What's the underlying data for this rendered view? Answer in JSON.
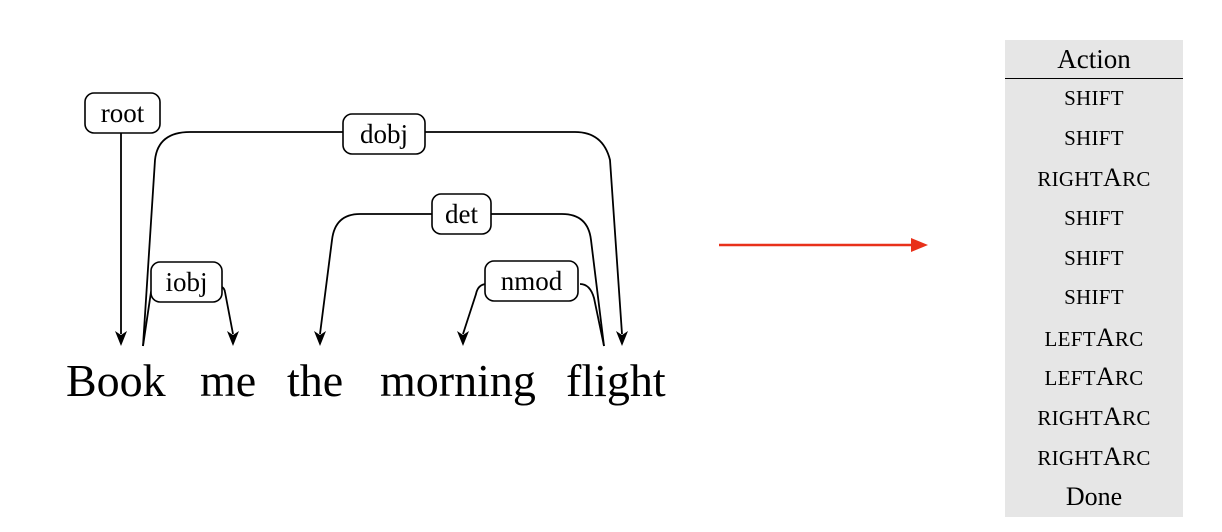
{
  "sentence": {
    "words": [
      "Book",
      "me",
      "the",
      "morning",
      "flight"
    ]
  },
  "arcs": [
    {
      "label": "root",
      "head": null,
      "dependent": "Book"
    },
    {
      "label": "dobj",
      "head": "Book",
      "dependent": "flight"
    },
    {
      "label": "iobj",
      "head": "Book",
      "dependent": "me"
    },
    {
      "label": "det",
      "head": "flight",
      "dependent": "the"
    },
    {
      "label": "nmod",
      "head": "flight",
      "dependent": "morning"
    }
  ],
  "arrow_color": "#e8311a",
  "action_table": {
    "header": "Action",
    "rows": [
      {
        "parts": [
          {
            "text": "SHIFT",
            "size": "small"
          }
        ]
      },
      {
        "parts": [
          {
            "text": "SHIFT",
            "size": "small"
          }
        ]
      },
      {
        "parts": [
          {
            "text": "RIGHT",
            "size": "small"
          },
          {
            "text": "A",
            "size": "big"
          },
          {
            "text": "RC",
            "size": "small"
          }
        ]
      },
      {
        "parts": [
          {
            "text": "SHIFT",
            "size": "small"
          }
        ]
      },
      {
        "parts": [
          {
            "text": "SHIFT",
            "size": "small"
          }
        ]
      },
      {
        "parts": [
          {
            "text": "SHIFT",
            "size": "small"
          }
        ]
      },
      {
        "parts": [
          {
            "text": "LEFT",
            "size": "small"
          },
          {
            "text": "A",
            "size": "big"
          },
          {
            "text": "RC",
            "size": "small"
          }
        ]
      },
      {
        "parts": [
          {
            "text": "LEFT",
            "size": "small"
          },
          {
            "text": "A",
            "size": "big"
          },
          {
            "text": "RC",
            "size": "small"
          }
        ]
      },
      {
        "parts": [
          {
            "text": "RIGHT",
            "size": "small"
          },
          {
            "text": "A",
            "size": "big"
          },
          {
            "text": "RC",
            "size": "small"
          }
        ]
      },
      {
        "parts": [
          {
            "text": "RIGHT",
            "size": "small"
          },
          {
            "text": "A",
            "size": "big"
          },
          {
            "text": "RC",
            "size": "small"
          }
        ]
      },
      {
        "parts": [
          {
            "text": "Done",
            "size": "plain"
          }
        ]
      }
    ]
  }
}
